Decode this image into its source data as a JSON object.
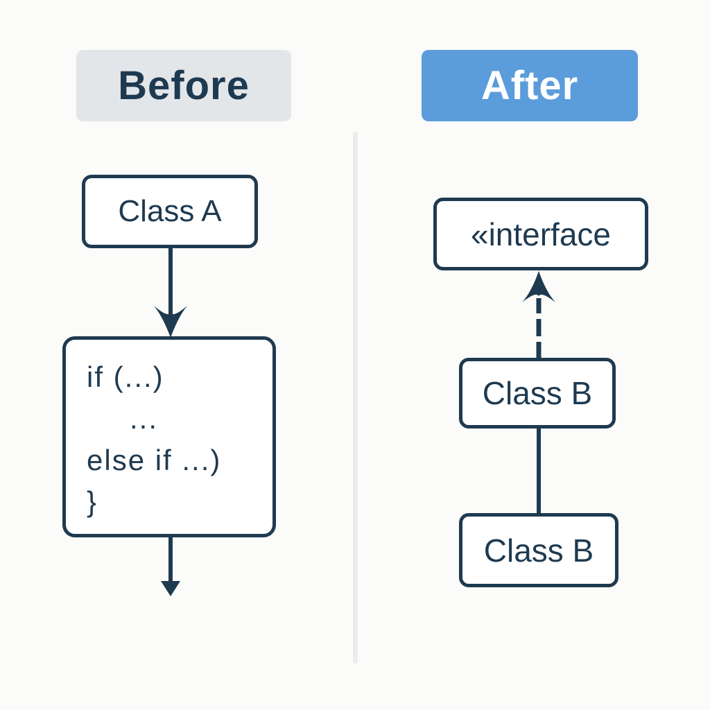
{
  "page": {
    "background_color": "#fbfbf9",
    "divider_color": "#ececec"
  },
  "colors": {
    "navy": "#1e3a50",
    "accent_blue": "#5b9cdb",
    "label_gray": "#e3e6e9",
    "node_fill": "#ffffff"
  },
  "panels": {
    "before": {
      "label": "Before",
      "nodes": {
        "class_a": "Class A",
        "code_lines": [
          "if (...)",
          "...",
          "else if ...)",
          "}"
        ]
      }
    },
    "after": {
      "label": "After",
      "nodes": {
        "interface": "«interface",
        "class_b_top": "Class B",
        "class_b_bottom": "Class B"
      }
    }
  },
  "connectors": [
    {
      "id": "class-a-to-code-block",
      "from": "class_a",
      "to": "code_block",
      "style": "solid",
      "arrowhead": "v-down"
    },
    {
      "id": "code-block-exit",
      "from": "code_block",
      "to": "outside-bottom",
      "style": "solid",
      "arrowhead": "triangle-down"
    },
    {
      "id": "class-b-realizes-interface",
      "from": "class_b_top",
      "to": "interface",
      "style": "dashed",
      "arrowhead": "v-up"
    },
    {
      "id": "class-b-to-class-b",
      "from": "class_b_top",
      "to": "class_b_bottom",
      "style": "solid",
      "arrowhead": "none"
    }
  ]
}
